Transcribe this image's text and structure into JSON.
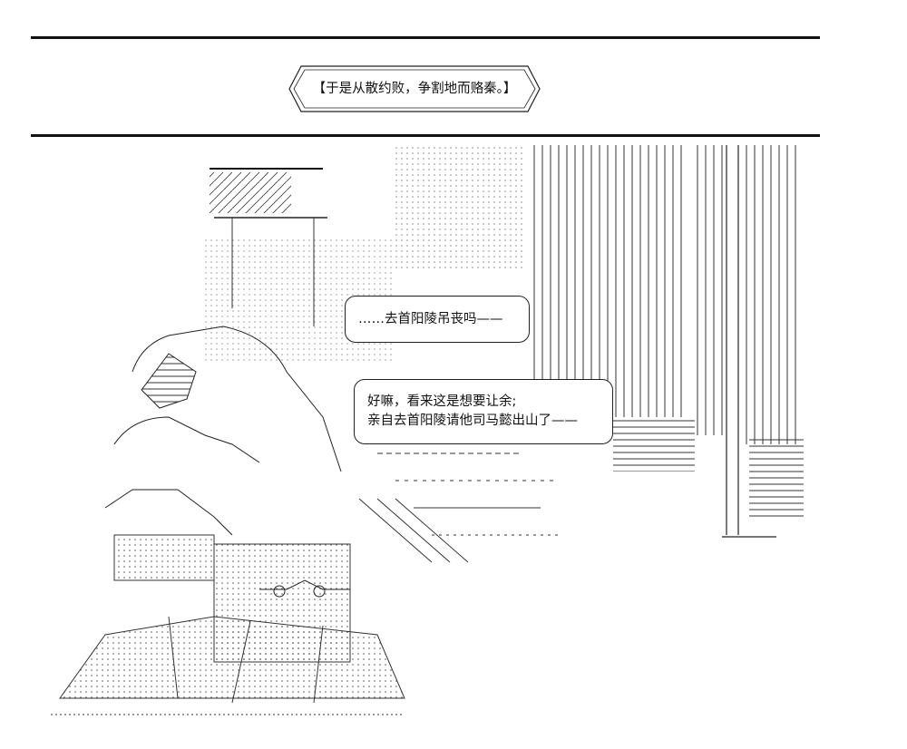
{
  "caption": {
    "text": "【于是从散约败，争割地而赂秦。】"
  },
  "bubbles": [
    {
      "lines": [
        "……去首阳陵吊丧吗——"
      ]
    },
    {
      "lines": [
        "好嘛，看来这是想要让余;",
        "亲自去首阳陵请他司马懿出山了——"
      ]
    }
  ]
}
